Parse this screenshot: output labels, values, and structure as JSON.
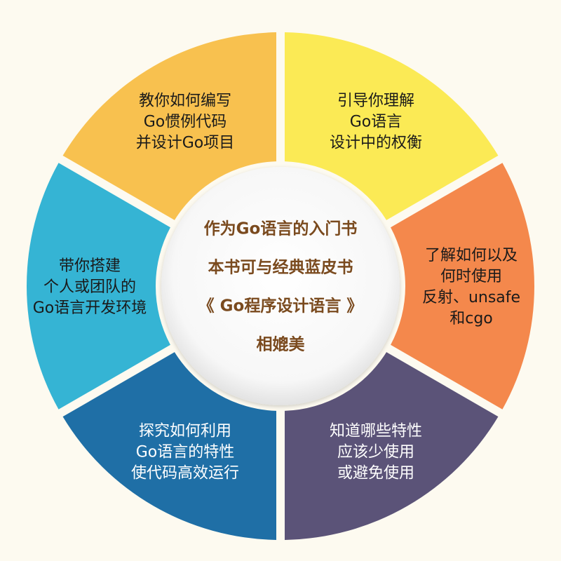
{
  "diagram": {
    "center": {
      "lines": [
        "作为Go语言的入门书",
        "本书可与经典蓝皮书",
        "《 Go程序设计语言 》",
        "相媲美"
      ],
      "color": "#7a4a1e"
    },
    "segments": [
      {
        "name": "segment-top-right",
        "fill": "#fbea55",
        "text_color": "#1a1a1a",
        "lines": [
          "引导你理解",
          "Go语言",
          "设计中的权衡"
        ]
      },
      {
        "name": "segment-right",
        "fill": "#f4884c",
        "text_color": "#1a1a1a",
        "lines": [
          "了解如何以及",
          "何时使用",
          "反射、unsafe",
          "和cgo"
        ]
      },
      {
        "name": "segment-bottom-right",
        "fill": "#5b5378",
        "text_color": "#ffffff",
        "lines": [
          "知道哪些特性",
          "应该少使用",
          "或避免使用"
        ]
      },
      {
        "name": "segment-bottom-left",
        "fill": "#1f6fa6",
        "text_color": "#ffffff",
        "lines": [
          "探究如何利用",
          "Go语言的特性",
          "使代码高效运行"
        ]
      },
      {
        "name": "segment-left",
        "fill": "#35b4d4",
        "text_color": "#1a1a1a",
        "lines": [
          "带你搭建",
          "个人或团队的",
          "Go语言开发环境"
        ]
      },
      {
        "name": "segment-top-left",
        "fill": "#f8c14f",
        "text_color": "#1a1a1a",
        "lines": [
          "教你如何编写",
          "Go惯例代码",
          "并设计Go项目"
        ]
      }
    ]
  }
}
